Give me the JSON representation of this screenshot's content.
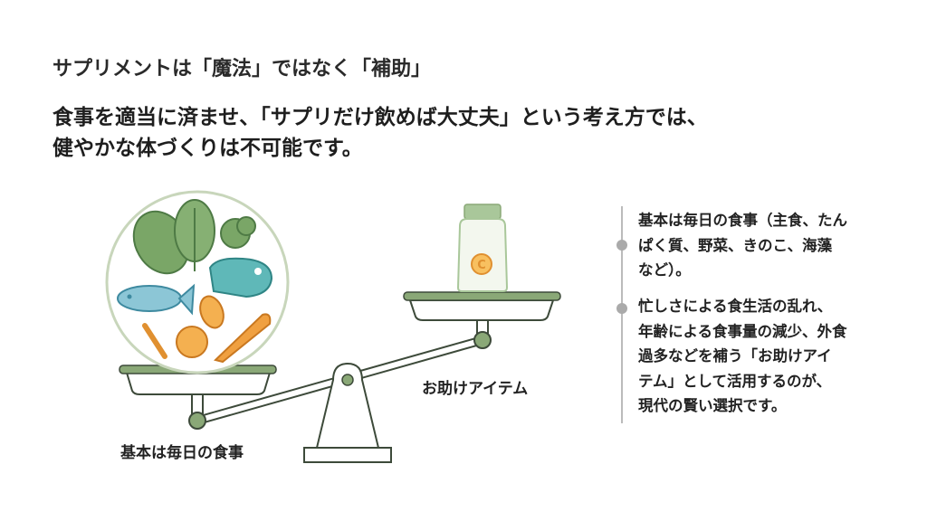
{
  "slide": {
    "title": "サプリメントは「魔法」ではなく「補助」",
    "lead_lines": [
      "食事を適当に済ませ、「サプリだけ飲めば大丈夫」という考え方では、",
      "健やかな体づくりは不可能です。"
    ]
  },
  "illustration": {
    "left_label": "基本は毎日の食事",
    "right_label": "お助けアイテム",
    "bottle_letter": "C",
    "colors": {
      "green": "#8aa877",
      "dark": "#3d4a3a",
      "orange": "#f0a040",
      "teal": "#5fb8b8",
      "leaf": "#7aa667"
    }
  },
  "notes": [
    "基本は毎日の食事（主食、たん\nぱく質、野菜、きのこ、海藻\nなど）。",
    "忙しさによる食生活の乱れ、\n年齢による食事量の減少、外食\n過多などを補う「お助けアイ\nテム」として活用するのが、\n現代の賢い選択です。"
  ]
}
